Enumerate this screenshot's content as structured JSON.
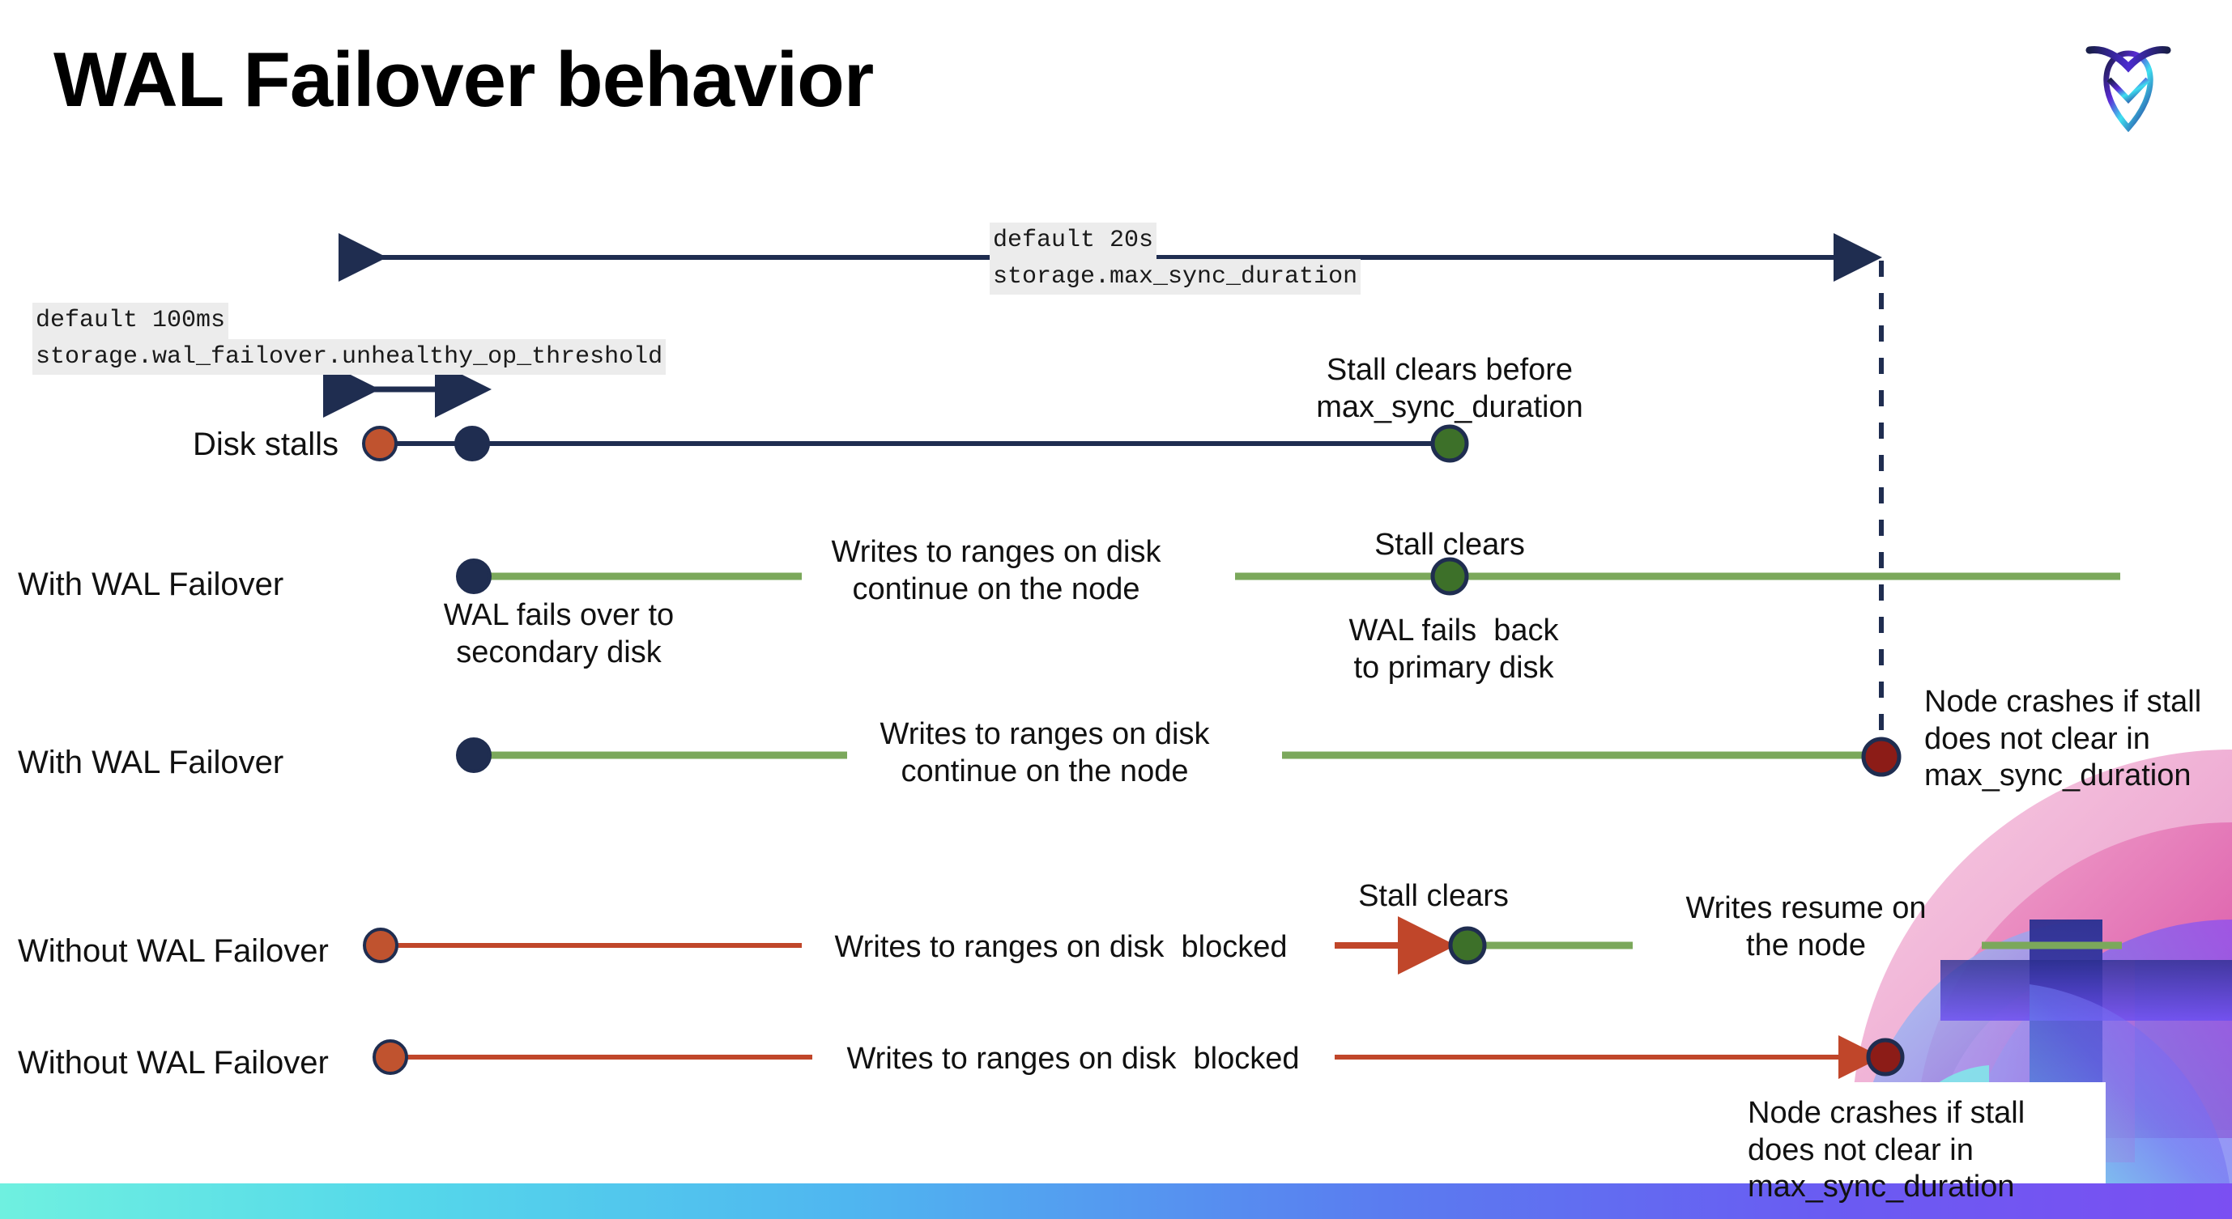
{
  "slide": {
    "title": "WAL Failover behavior",
    "logo_name": "cockroachdb-logo"
  },
  "colors": {
    "navy": "#1f2d50",
    "green_line": "#7ba85b",
    "green_dot": "#3d7029",
    "red_line": "#c0462a",
    "red_dot": "#c0532f",
    "dark_red_dot": "#8c1c17",
    "code_bg": "#ececec",
    "bottom_bar_start": "#6ff0e0",
    "bottom_bar_end": "#7b4ff2"
  },
  "settings": {
    "max_sync": {
      "default_label": "default 20s",
      "name": "storage.max_sync_duration"
    },
    "unhealthy_op": {
      "default_label": "default 100ms",
      "name": "storage.wal_failover.unhealthy_op_threshold"
    }
  },
  "rows": [
    {
      "id": "disk-stalls",
      "label": "Disk stalls",
      "annotations": [
        {
          "id": "stall-clears-before",
          "text": "Stall clears before\nmax_sync_duration"
        }
      ]
    },
    {
      "id": "with-wal-failover-1",
      "label": "With WAL Failover",
      "annotations": [
        {
          "id": "wal-fails-over",
          "text": "WAL fails over to\nsecondary disk"
        },
        {
          "id": "writes-continue-1",
          "text": "Writes to ranges on disk\ncontinue on the node"
        },
        {
          "id": "stall-clears-1",
          "text": "Stall clears"
        },
        {
          "id": "wal-fails-back",
          "text": "WAL fails  back\nto primary disk"
        }
      ]
    },
    {
      "id": "with-wal-failover-2",
      "label": "With WAL Failover",
      "annotations": [
        {
          "id": "writes-continue-2",
          "text": "Writes to ranges on disk\ncontinue on the node"
        },
        {
          "id": "node-crashes-1",
          "text": "Node crashes if stall\ndoes not clear in\nmax_sync_duration"
        }
      ]
    },
    {
      "id": "without-wal-failover-1",
      "label": "Without WAL Failover",
      "annotations": [
        {
          "id": "writes-blocked-1",
          "text": "Writes to ranges on disk  blocked"
        },
        {
          "id": "stall-clears-2",
          "text": "Stall clears"
        },
        {
          "id": "writes-resume",
          "text": "Writes resume on\nthe node"
        }
      ]
    },
    {
      "id": "without-wal-failover-2",
      "label": "Without WAL Failover",
      "annotations": [
        {
          "id": "writes-blocked-2",
          "text": "Writes to ranges on disk  blocked"
        },
        {
          "id": "node-crashes-2",
          "text": "Node crashes if stall\ndoes not clear in\nmax_sync_duration"
        }
      ]
    }
  ],
  "annotation_text": {
    "stall_clears_before": "Stall clears before\nmax_sync_duration",
    "wal_fails_over": "WAL fails over to\nsecondary disk",
    "writes_continue_1": "Writes to ranges on disk\ncontinue on the node",
    "stall_clears_1": "Stall clears",
    "wal_fails_back": "WAL fails  back\nto primary disk",
    "writes_continue_2": "Writes to ranges on disk\ncontinue on the node",
    "node_crashes_1": "Node crashes if stall\ndoes not clear in\nmax_sync_duration",
    "writes_blocked_1": "Writes to ranges on disk  blocked",
    "stall_clears_2": "Stall clears",
    "writes_resume": "Writes resume on\nthe node",
    "writes_blocked_2": "Writes to ranges on disk  blocked",
    "node_crashes_2": "Node crashes if stall\ndoes not clear in\nmax_sync_duration"
  }
}
